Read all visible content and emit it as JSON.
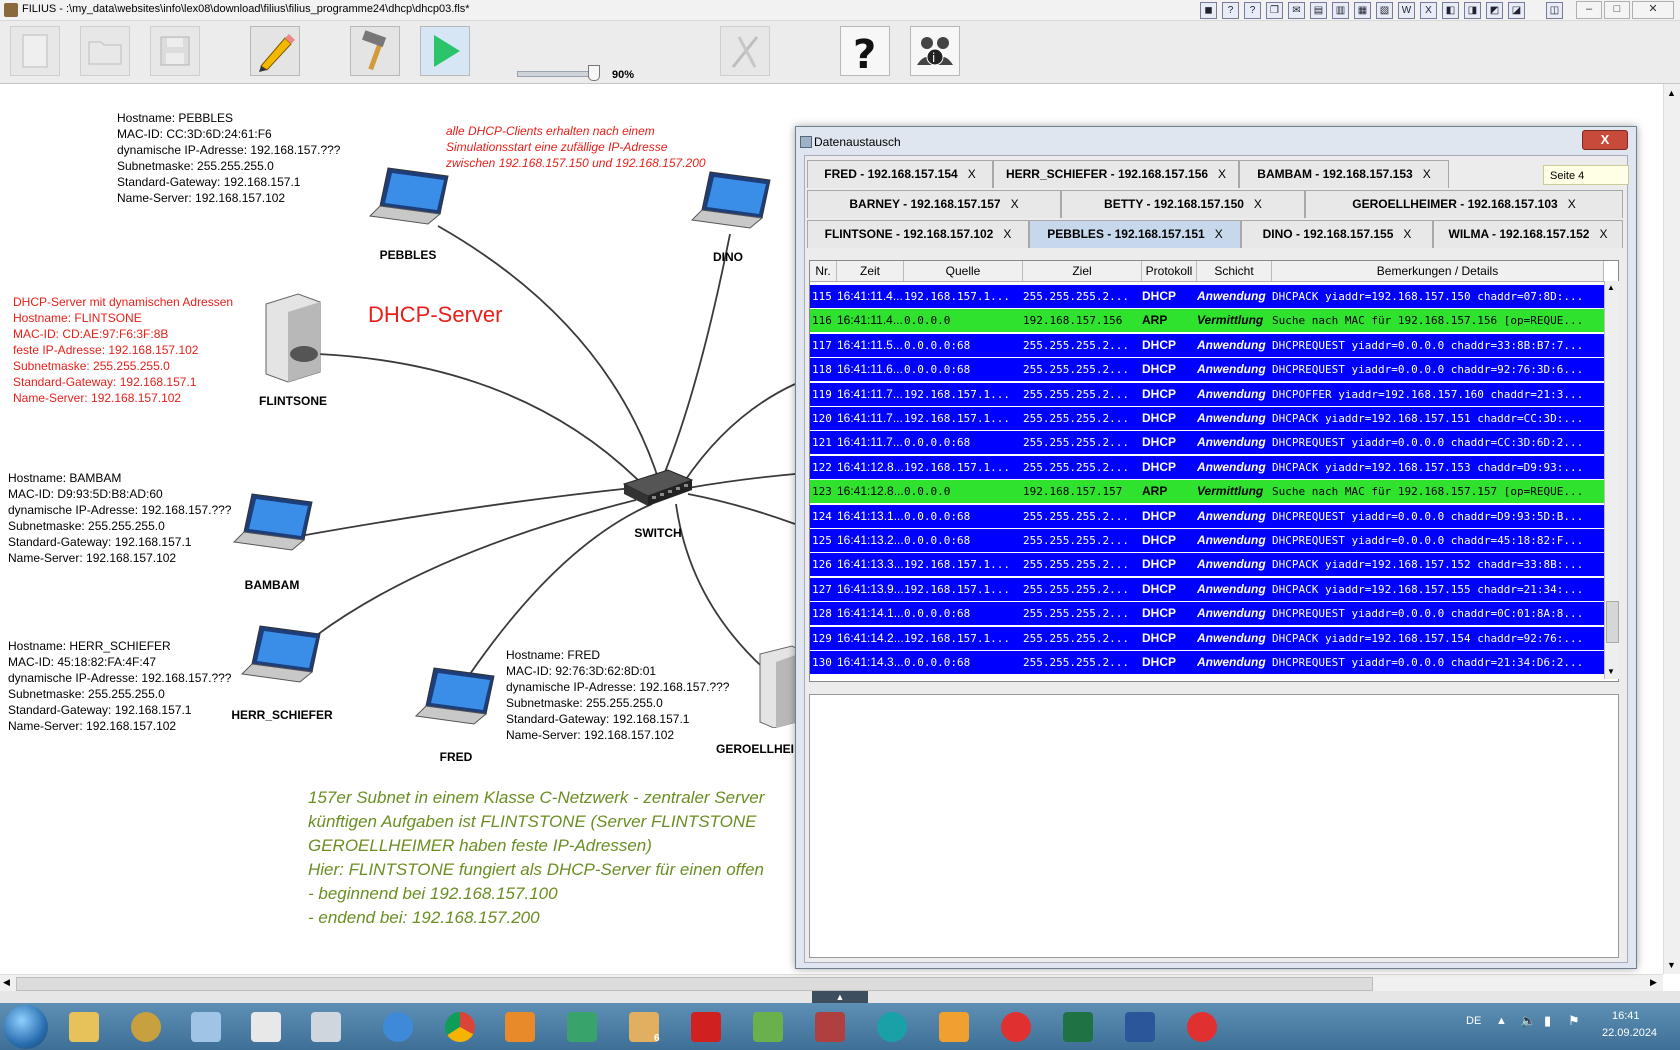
{
  "window": {
    "title": "FILIUS - :\\my_data\\websites\\info\\lex08\\download\\filius\\filius_programme24\\dhcp\\dhcp03.fls*",
    "min": "–",
    "max": "□",
    "close": "✕"
  },
  "toolbar": {
    "zoom_label": "90%",
    "zoom_fraction": 0.9
  },
  "canvas": {
    "note_dhcp_clients": [
      "alle DHCP-Clients erhalten nach einem",
      "Simulationsstart eine zufällige IP-Adresse",
      "zwischen 192.168.157.150 und 192.168.157.200"
    ],
    "dhcp_server_heading": "DHCP-Server",
    "pebbles_info": "Hostname: PEBBLES\nMAC-ID: CC:3D:6D:24:61:F6\ndynamische IP-Adresse: 192.168.157.???\nSubnetmaske: 255.255.255.0\nStandard-Gateway: 192.168.157.1\nName-Server: 192.168.157.102",
    "flintstone_info": "DHCP-Server mit dynamischen Adressen\nHostname: FLINTSONE\nMAC-ID: CD:AE:97:F6:3F:8B\nfeste IP-Adresse: 192.168.157.102\nSubnetmaske: 255.255.255.0\nStandard-Gateway: 192.168.157.1\nName-Server: 192.168.157.102",
    "bambam_info": "Hostname: BAMBAM\nMAC-ID: D9:93:5D:B8:AD:60\ndynamische IP-Adresse: 192.168.157.???\nSubnetmaske: 255.255.255.0\nStandard-Gateway: 192.168.157.1\nName-Server: 192.168.157.102",
    "herr_schiefer_info": "Hostname: HERR_SCHIEFER\nMAC-ID: 45:18:82:FA:4F:47\ndynamische IP-Adresse: 192.168.157.???\nSubnetmaske: 255.255.255.0\nStandard-Gateway: 192.168.157.1\nName-Server: 192.168.157.102",
    "fred_info": "Hostname: FRED\nMAC-ID: 92:76:3D:62:8D:01\ndynamische IP-Adresse: 192.168.157.???\nSubnetmaske: 255.255.255.0\nStandard-Gateway: 192.168.157.1\nName-Server: 192.168.157.102",
    "labels": {
      "pebbles": "PEBBLES",
      "dino": "DINO",
      "flintstone": "FLINTSONE",
      "bambam": "BAMBAM",
      "herr_schiefer": "HERR_SCHIEFER",
      "fred": "FRED",
      "switch": "SWITCH",
      "geroellheimer": "GEROELLHEI"
    },
    "green_notes": [
      "157er Subnet in einem Klasse C-Netzwerk - zentraler Server",
      "künftigen Aufgaben ist  FLINTSTONE (Server FLINTSTONE",
      "GEROELLHEIMER haben feste IP-Adressen)",
      "Hier: FLINTSTONE fungiert als DHCP-Server für einen offen",
      "- beginnend bei 192.168.157.100",
      "- endend bei: 192.168.157.200"
    ]
  },
  "dialog": {
    "title": "Datenaustausch",
    "close": "X",
    "page_indicator": "Seite 4",
    "tabs_row1": [
      {
        "label": "FRED - 192.168.157.154"
      },
      {
        "label": "HERR_SCHIEFER - 192.168.157.156"
      },
      {
        "label": "BAMBAM - 192.168.157.153"
      }
    ],
    "tabs_row2": [
      {
        "label": "BARNEY - 192.168.157.157"
      },
      {
        "label": "BETTY - 192.168.157.150"
      },
      {
        "label": "GEROELLHEIMER - 192.168.157.103"
      }
    ],
    "tabs_row3": [
      {
        "label": "FLINTSONE - 192.168.157.102"
      },
      {
        "label": "PEBBLES - 192.168.157.151",
        "active": true
      },
      {
        "label": "DINO - 192.168.157.155"
      },
      {
        "label": "WILMA - 192.168.157.152"
      }
    ],
    "tab_close": "X",
    "columns": [
      "Nr.",
      "Zeit",
      "Quelle",
      "Ziel",
      "Protokoll",
      "Schicht",
      "Bemerkungen / Details"
    ],
    "rows": [
      [
        "115",
        "16:41:11.4...",
        "192.168.157.1...",
        "255.255.255.2...",
        "DHCP",
        "Anwendung",
        "DHCPACK yiaddr=192.168.157.150 chaddr=07:8D:..."
      ],
      [
        "116",
        "16:41:11.4...",
        "0.0.0.0",
        "192.168.157.156",
        "ARP",
        "Vermittlung",
        "Suche nach MAC für 192.168.157.156 [op=REQUE..."
      ],
      [
        "117",
        "16:41:11.5...",
        "0.0.0.0:68",
        "255.255.255.2...",
        "DHCP",
        "Anwendung",
        "DHCPREQUEST yiaddr=0.0.0.0 chaddr=33:8B:B7:7..."
      ],
      [
        "118",
        "16:41:11.6...",
        "0.0.0.0:68",
        "255.255.255.2...",
        "DHCP",
        "Anwendung",
        "DHCPREQUEST yiaddr=0.0.0.0 chaddr=92:76:3D:6..."
      ],
      [
        "119",
        "16:41:11.7...",
        "192.168.157.1...",
        "255.255.255.2...",
        "DHCP",
        "Anwendung",
        "DHCPOFFER yiaddr=192.168.157.160 chaddr=21:3..."
      ],
      [
        "120",
        "16:41:11.7...",
        "192.168.157.1...",
        "255.255.255.2...",
        "DHCP",
        "Anwendung",
        "DHCPACK yiaddr=192.168.157.151 chaddr=CC:3D:..."
      ],
      [
        "121",
        "16:41:11.7...",
        "0.0.0.0:68",
        "255.255.255.2...",
        "DHCP",
        "Anwendung",
        "DHCPREQUEST yiaddr=0.0.0.0 chaddr=CC:3D:6D:2..."
      ],
      [
        "122",
        "16:41:12.8...",
        "192.168.157.1...",
        "255.255.255.2...",
        "DHCP",
        "Anwendung",
        "DHCPACK yiaddr=192.168.157.153 chaddr=D9:93:..."
      ],
      [
        "123",
        "16:41:12.8...",
        "0.0.0.0",
        "192.168.157.157",
        "ARP",
        "Vermittlung",
        "Suche nach MAC für 192.168.157.157 [op=REQUE..."
      ],
      [
        "124",
        "16:41:13.1...",
        "0.0.0.0:68",
        "255.255.255.2...",
        "DHCP",
        "Anwendung",
        "DHCPREQUEST yiaddr=0.0.0.0 chaddr=D9:93:5D:B..."
      ],
      [
        "125",
        "16:41:13.2...",
        "0.0.0.0:68",
        "255.255.255.2...",
        "DHCP",
        "Anwendung",
        "DHCPREQUEST yiaddr=0.0.0.0 chaddr=45:18:82:F..."
      ],
      [
        "126",
        "16:41:13.3...",
        "192.168.157.1...",
        "255.255.255.2...",
        "DHCP",
        "Anwendung",
        "DHCPACK yiaddr=192.168.157.152 chaddr=33:8B:..."
      ],
      [
        "127",
        "16:41:13.9...",
        "192.168.157.1...",
        "255.255.255.2...",
        "DHCP",
        "Anwendung",
        "DHCPACK yiaddr=192.168.157.155 chaddr=21:34:..."
      ],
      [
        "128",
        "16:41:14.1...",
        "0.0.0.0:68",
        "255.255.255.2...",
        "DHCP",
        "Anwendung",
        "DHCPREQUEST yiaddr=0.0.0.0 chaddr=0C:01:8A:8..."
      ],
      [
        "129",
        "16:41:14.2...",
        "192.168.157.1...",
        "255.255.255.2...",
        "DHCP",
        "Anwendung",
        "DHCPACK yiaddr=192.168.157.154 chaddr=92:76:..."
      ],
      [
        "130",
        "16:41:14.3...",
        "0.0.0.0:68",
        "255.255.255.2...",
        "DHCP",
        "Anwendung",
        "DHCPREQUEST yiaddr=0.0.0.0 chaddr=21:34:D6:2..."
      ]
    ]
  },
  "taskbar": {
    "lang": "DE",
    "time": "16:41",
    "date": "22.09.2024",
    "badge": "6"
  },
  "colors": {
    "dhcp_row": "#0000ff",
    "arp_row": "#2ee22e",
    "red_text": "#e8201a",
    "green_text": "#6b8e23"
  }
}
